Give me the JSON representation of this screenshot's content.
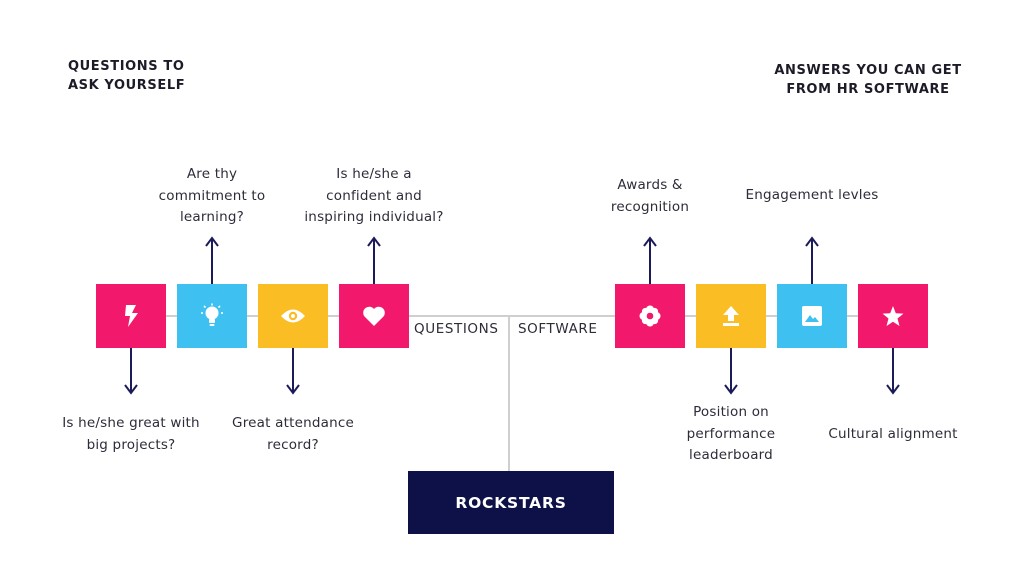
{
  "headers": {
    "left": [
      "QUESTIONS TO",
      "ASK YOURSELF"
    ],
    "right": [
      "ANSWERS YOU CAN GET",
      "FROM HR SOFTWARE"
    ]
  },
  "spine": {
    "left_label": "QUESTIONS",
    "right_label": "SOFTWARE"
  },
  "root": {
    "label": "ROCKSTARS"
  },
  "questions": [
    {
      "icon": "lightning-bolt-icon",
      "color": "#f2186c",
      "label": [
        "Is he/she great with",
        "big projects?"
      ],
      "direction": "down"
    },
    {
      "icon": "lightbulb-icon",
      "color": "#3ec1f1",
      "label": [
        "Are thy",
        "commitment to",
        "learning?"
      ],
      "direction": "up"
    },
    {
      "icon": "eye-icon",
      "color": "#fbbd24",
      "label": [
        "Great attendance",
        "record?"
      ],
      "direction": "down"
    },
    {
      "icon": "heart-icon",
      "color": "#f2186c",
      "label": [
        "Is he/she a",
        "confident and",
        "inspiring individual?"
      ],
      "direction": "up"
    }
  ],
  "answers": [
    {
      "icon": "flower-icon",
      "color": "#f2186c",
      "label": [
        "Awards &",
        "recognition"
      ],
      "direction": "up"
    },
    {
      "icon": "upload-icon",
      "color": "#fbbd24",
      "label": [
        "Position on",
        "performance",
        "leaderboard"
      ],
      "direction": "down"
    },
    {
      "icon": "image-icon",
      "color": "#3ec1f1",
      "label": [
        "Engagement levles"
      ],
      "direction": "up"
    },
    {
      "icon": "star-icon",
      "color": "#f2186c",
      "label": [
        "Cultural alignment"
      ],
      "direction": "down"
    }
  ]
}
